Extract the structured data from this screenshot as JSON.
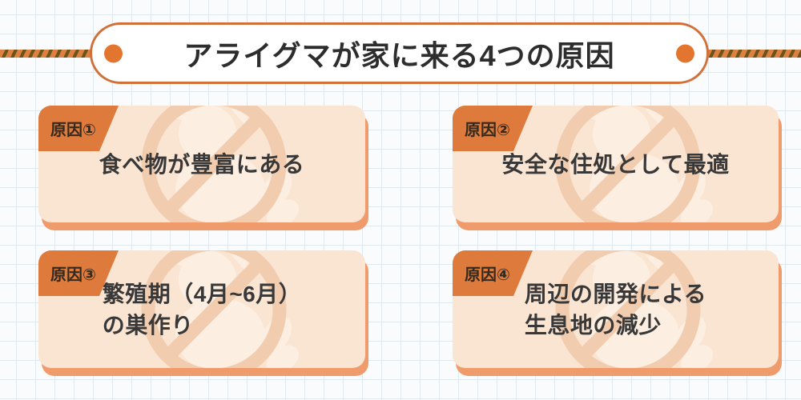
{
  "title": {
    "text": "アライグマが家に来る4つの原因"
  },
  "cards": [
    {
      "badge": "原因①",
      "lines": [
        "食べ物が豊富にある"
      ]
    },
    {
      "badge": "原因②",
      "lines": [
        "安全な住処として最適"
      ]
    },
    {
      "badge": "原因③",
      "lines": [
        "繁殖期（4月~6月）",
        "の巣作り"
      ]
    },
    {
      "badge": "原因④",
      "lines": [
        "周辺の開発による",
        "生息地の減少"
      ]
    }
  ],
  "colors": {
    "accent_orange": "#de7a3b",
    "pill_border": "#d2703a",
    "dot": "#e2762f",
    "card_background": "#fae4d2",
    "card_shadow": "#f09b6b",
    "watermark": "#f2ccae",
    "rope_orange": "#de8040",
    "rope_stripe": "#6b541c",
    "text_dark": "#2d2d2d"
  }
}
